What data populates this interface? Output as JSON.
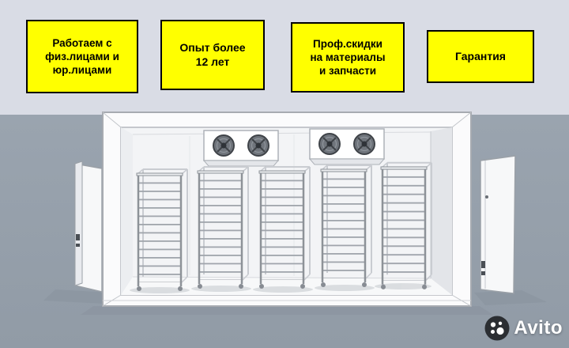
{
  "banners": {
    "items": [
      {
        "label": "Работаем с\nфиз.лицами и\nюр.лицами"
      },
      {
        "label": "Опыт более\n12 лет"
      },
      {
        "label": "Проф.скидки\nна материалы\nи запчасти"
      },
      {
        "label": "Гарантия"
      }
    ]
  },
  "watermark": {
    "brand": "Avito"
  },
  "illustration": {
    "alt": "3D sketch of a walk-in cold room with five tray trolley racks, two ceiling evaporator units with round fans, and open doors on both sides",
    "icons": [
      "fan-icon",
      "avito-logo-icon"
    ]
  },
  "colors": {
    "banner_bg": "#FFFF00",
    "banner_border": "#000000",
    "banner_text": "#000000",
    "header_bg": "#D9DCE5",
    "ground_bg": "#98A2AD",
    "room_white": "#FBFBFC",
    "watermark_text": "#FFFFFF",
    "watermark_badge": "#1C1F22"
  }
}
